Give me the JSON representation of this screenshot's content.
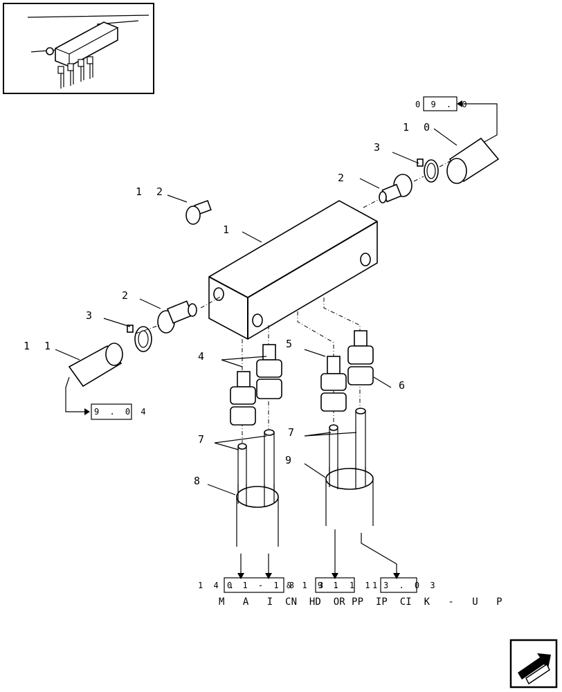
{
  "callouts": {
    "c1": "1",
    "c2a": "2",
    "c2b": "2",
    "c3a": "3",
    "c3b": "3",
    "c4": "4",
    "c5": "5",
    "c6": "6",
    "c7a": "7",
    "c7b": "7",
    "c8": "8",
    "c9": "9",
    "c10": "1 0",
    "c11": "1 1",
    "c12": "1 2"
  },
  "refs": {
    "top": "0 9 . 0",
    "left": "9 . 0 4",
    "bottom_prefix": "1 4 .",
    "bottom_main": "0 1 - 1 8",
    "bottom_amp": "& 1 9 1",
    "bottom_chop": "3 . 1 1",
    "bottom_pick_prefix": "1",
    "bottom_pick": "3 . 0 3"
  },
  "captions": {
    "main": "M A I N D R",
    "chop": "C H O P P I",
    "pick": "P I C K - U P"
  },
  "icons": {
    "inset": "assembly-thumbnail-icon",
    "nav": "next-page-arrow-icon"
  }
}
